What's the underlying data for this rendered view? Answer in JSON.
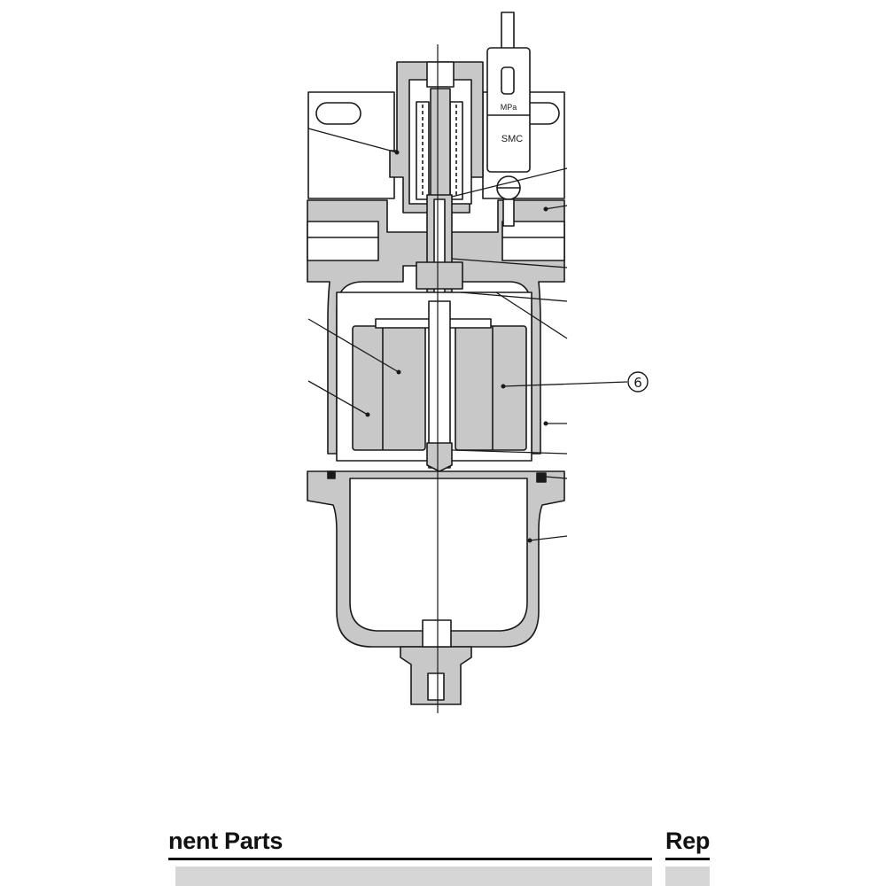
{
  "diagram": {
    "callout_label": "6",
    "gauge_unit": "MPa",
    "gauge_brand": "SMC"
  },
  "section": {
    "left_heading": "nent Parts",
    "right_heading": "Rep"
  },
  "colors": {
    "section_fill": "#c8c8c8",
    "line": "#1a1a1a",
    "table_band": "#d6d6d6"
  }
}
